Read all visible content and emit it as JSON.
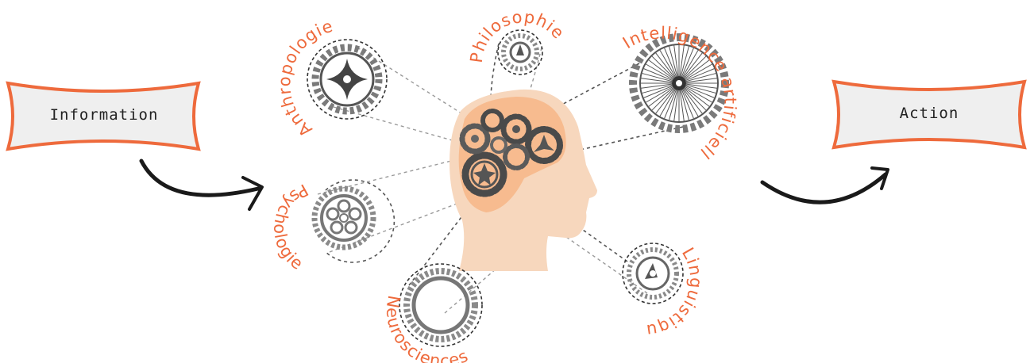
{
  "left_banner": {
    "label": "Information"
  },
  "right_banner": {
    "label": "Action"
  },
  "disciplines": {
    "anthropologie": "Anthropologie",
    "philosophie": "Philosophie",
    "intelligence": "Intelligence artificielle",
    "psychologie": "Psychologie",
    "neurosciences": "Neurosciences",
    "linguistique": "Linguistique"
  },
  "colors": {
    "accent": "#ee6a3c",
    "banner_fill": "#efefef",
    "head_fill": "#f7d7bd",
    "brain_fill": "#f6b88a",
    "gear_dark": "#555555",
    "gear_light": "#8a8a8a"
  }
}
